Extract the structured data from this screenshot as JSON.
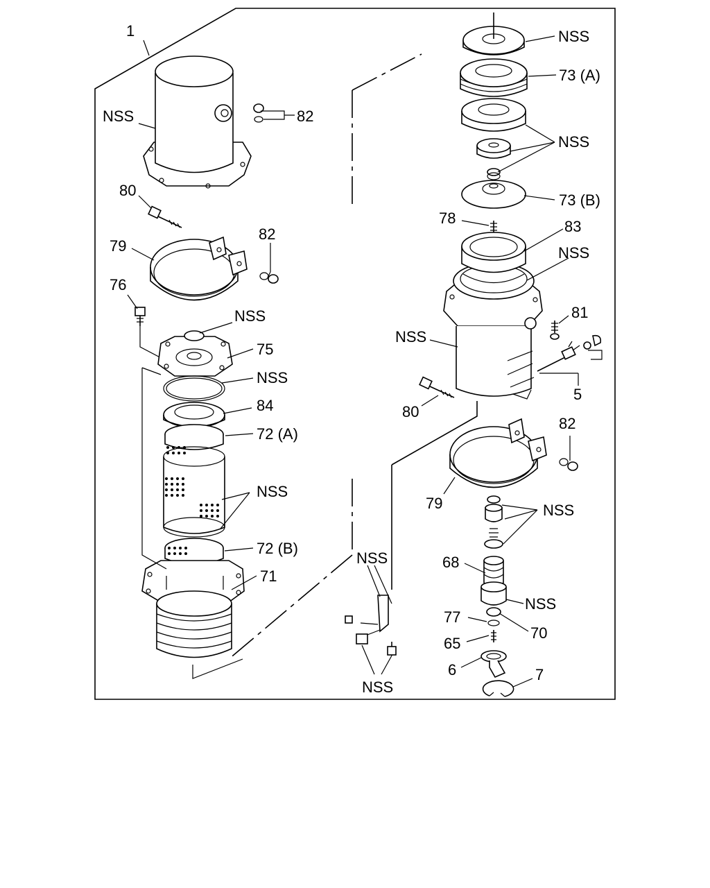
{
  "diagram": {
    "labels": {
      "assembly": "1",
      "nss": "NSS",
      "p5": "5",
      "p6": "6",
      "p7": "7",
      "p65": "65",
      "p68": "68",
      "p70": "70",
      "p71": "71",
      "p72a": "72 (A)",
      "p72b": "72 (B)",
      "p73a": "73 (A)",
      "p73b": "73 (B)",
      "p75": "75",
      "p76": "76",
      "p77": "77",
      "p78": "78",
      "p79": "79",
      "p80": "80",
      "p81": "81",
      "p82": "82",
      "p83": "83",
      "p84": "84"
    }
  }
}
